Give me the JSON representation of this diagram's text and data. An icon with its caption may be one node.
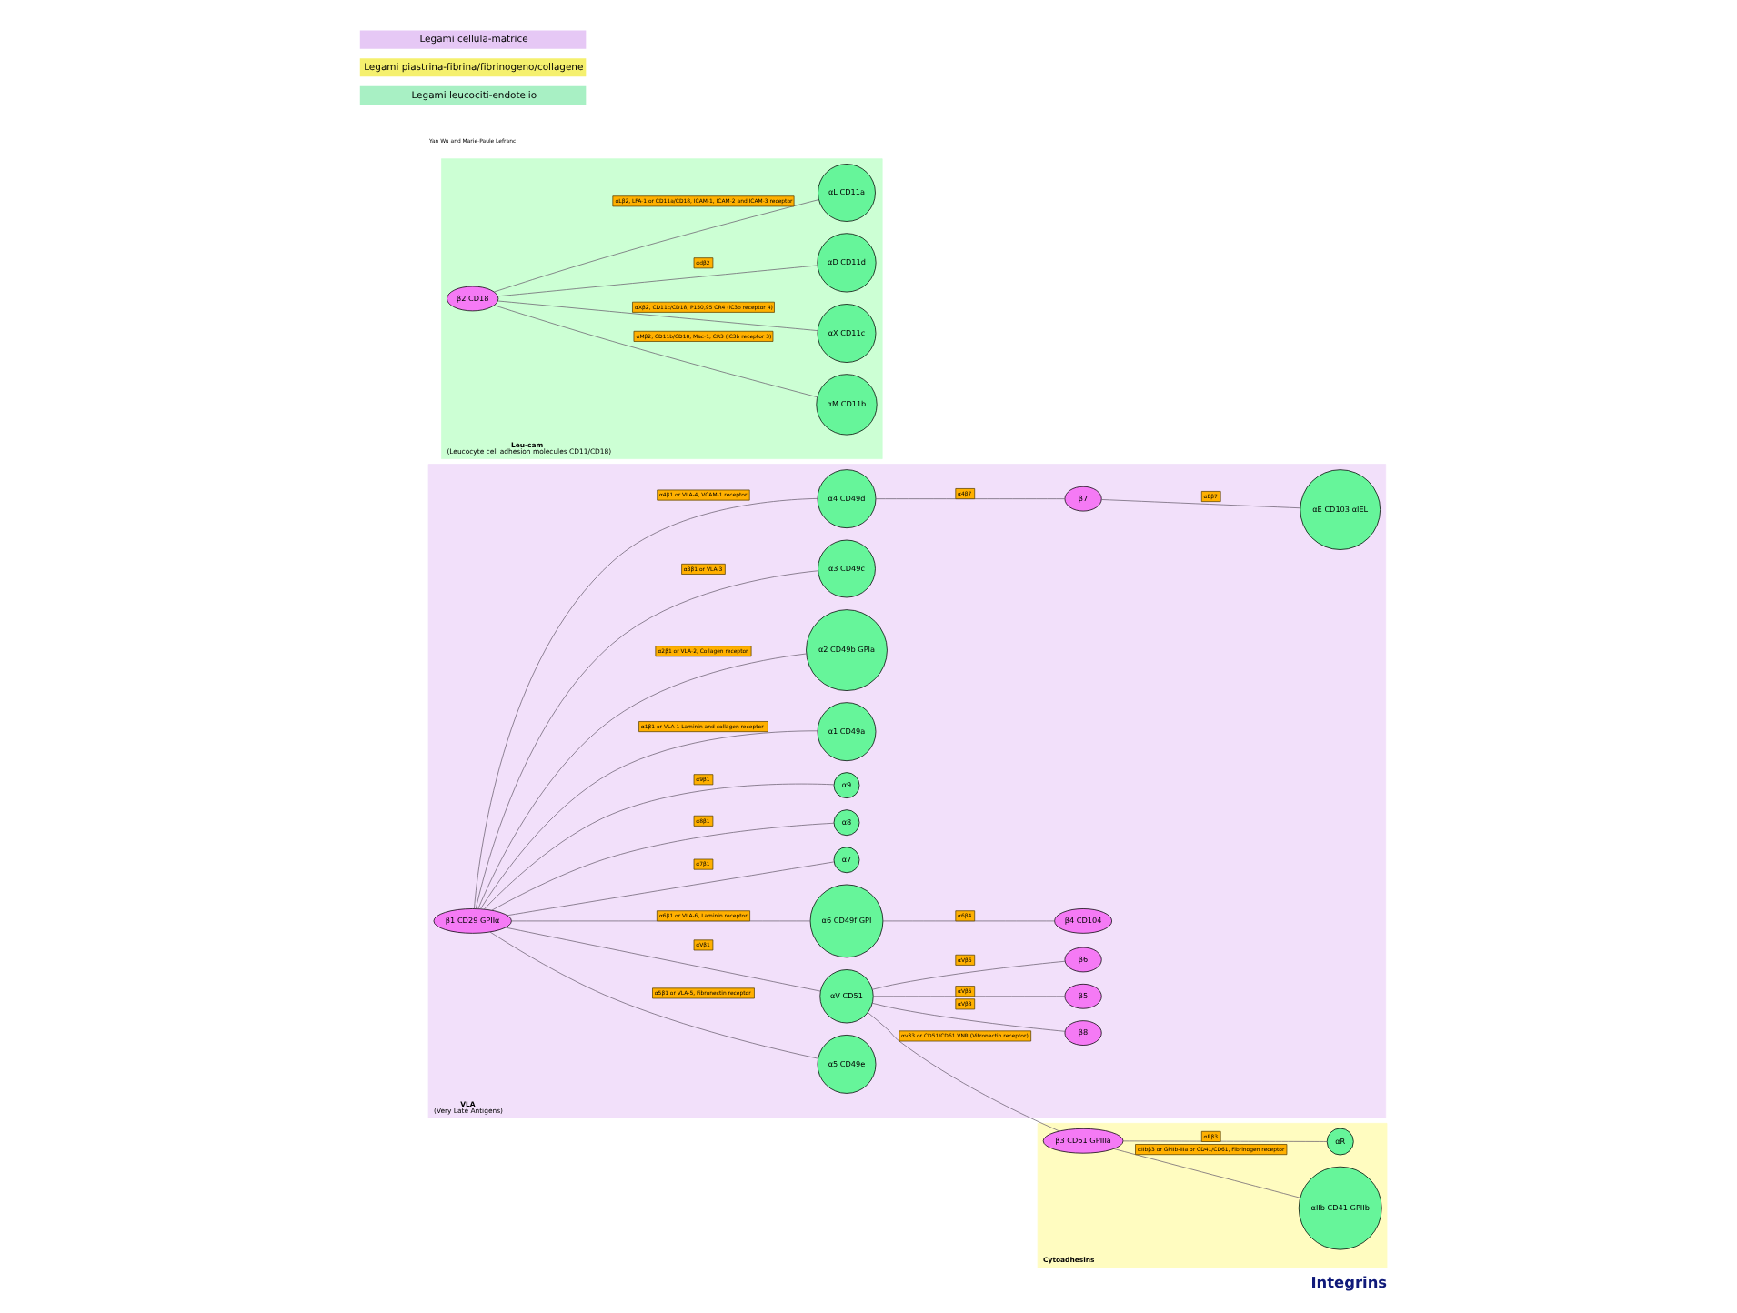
{
  "diagram": {
    "title": "Integrins",
    "nodes": [
      {
        "text": [
          "VLA",
          "(Very Late Antigens)"
        ]
      },
      {
        "text": [
          "α1 CD49a"
        ],
        "in": 0
      },
      {
        "text": [
          "α2 CD49b GPIa"
        ],
        "in": 0
      },
      {
        "text": [
          "α3 CD49c"
        ],
        "in": 0
      },
      {
        "text": [
          "α4 CD49d"
        ],
        "in": 0
      },
      {
        "text": [
          "α5 CD49e"
        ],
        "in": 0
      },
      {
        "text": [
          "β1 CD29 GPIIα"
        ],
        "in": 0
      },
      {
        "text": [
          "αV CD51"
        ],
        "in": 0
      },
      {
        "text": [
          "α6 CD49f GPI"
        ],
        "in": 0
      },
      {
        "text": [
          "α7"
        ],
        "in": 0
      },
      {
        "text": [
          "α8"
        ],
        "in": 0
      },
      {
        "text": [
          "α9"
        ],
        "in": 0
      },
      {
        "text": [
          "β4 CD104"
        ],
        "in": 0
      },
      {
        "text": [
          "β8"
        ],
        "in": 0
      },
      {
        "text": [
          "β7"
        ],
        "in": 0
      },
      {
        "text": [
          "αE CD103 αIEL"
        ],
        "in": 0
      },
      {
        "text": [
          "β5"
        ],
        "in": 0
      },
      {
        "text": [
          "β6"
        ],
        "in": 0
      },
      {
        "text": [
          "Cytoadhesins"
        ]
      },
      {
        "text": [
          "β3 CD61 GPIIIa"
        ],
        "in": 18
      },
      {
        "text": [
          "αR"
        ],
        "in": 18
      },
      {
        "text": [
          "αIIb CD41 GPIIb"
        ],
        "in": 18
      },
      {
        "text": [
          "Leu-cam",
          "(Leucocyte cell adhesion molecules CD11/CD18)"
        ]
      },
      {
        "text": [
          "β2 CD18"
        ],
        "in": 22
      },
      {
        "text": [
          "αD CD11d"
        ],
        "in": 22
      },
      {
        "text": [
          "αL CD11a"
        ],
        "in": 22
      },
      {
        "text": [
          "αM CD11b"
        ],
        "in": 22
      },
      {
        "text": [
          "αX CD11c"
        ],
        "in": 22
      }
    ],
    "edges": [
      {
        "from": 6,
        "to": 1,
        "arrow": "none",
        "label": "α1β1 or VLA-1 Laminin and collagen receptor"
      },
      {
        "from": 6,
        "to": 2,
        "arrow": "none",
        "label": "α2β1 or VLA-2, Collagen receptor"
      },
      {
        "from": 6,
        "to": 3,
        "arrow": "none",
        "label": "α3β1 or VLA-3"
      },
      {
        "from": 6,
        "to": 4,
        "arrow": "none",
        "label": "α4β1 or VLA-4, VCAM-1 receptor"
      },
      {
        "from": 6,
        "to": 5,
        "arrow": "none",
        "label": "α5β1 or VLA-5, Fibronectin receptor"
      },
      {
        "from": 6,
        "to": 7,
        "arrow": "none",
        "label": "αVβ1"
      },
      {
        "from": 6,
        "to": 8,
        "arrow": "none",
        "label": "α6β1 or VLA-6, Laminin receptor"
      },
      {
        "from": 6,
        "to": 9,
        "arrow": "none",
        "label": "α7β1"
      },
      {
        "from": 6,
        "to": 10,
        "arrow": "none",
        "label": "α8β1"
      },
      {
        "from": 6,
        "to": 11,
        "arrow": "none",
        "label": "α9β1"
      },
      {
        "from": 8,
        "to": 12,
        "arrow": "none",
        "label": "α6β4"
      },
      {
        "from": 7,
        "to": 13,
        "arrow": "none",
        "label": "αVβ8"
      },
      {
        "from": 4,
        "to": 14,
        "arrow": "none",
        "label": "α4β7"
      },
      {
        "from": 14,
        "to": 15,
        "arrow": "none",
        "label": "αEβ7"
      },
      {
        "from": 7,
        "to": 16,
        "arrow": "none",
        "label": "αVβ5"
      },
      {
        "from": 7,
        "to": 17,
        "arrow": "none",
        "label": "αVβ6"
      },
      {
        "from": 7,
        "to": 19,
        "arrow": "none",
        "label": "αvβ3 or CD51/CD61 VNR (Vitronectin receptor)"
      },
      {
        "from": 19,
        "to": 20,
        "arrow": "none",
        "label": "αRβ3"
      },
      {
        "from": 19,
        "to": 21,
        "arrow": "none",
        "label": "αIIbβ3 or GPIIb-IIIa or CD41/CD61, Fibrinogen receptor"
      },
      {
        "from": 23,
        "to": 24,
        "arrow": "none",
        "label": "αdβ2"
      },
      {
        "from": 23,
        "to": 25,
        "arrow": "none",
        "label": "αLβ2, LFA-1 or CD11a/CD18, ICAM-1, ICAM-2 and ICAM-3 receptor"
      },
      {
        "from": 23,
        "to": 26,
        "arrow": "none",
        "label": "αMβ2, CD11b/CD18, Mac-1, CR3 (iC3b receptor 3)"
      },
      {
        "from": 23,
        "to": 27,
        "arrow": "none",
        "label": "αXβ2, CD11c/CD18, P150,95 CR4 (iC3b receptor 4)"
      }
    ],
    "labels": [
      "Yan Wu and Marie-Paule Lefranc"
    ],
    "legend": [
      {
        "text": "Legami cellula-matrice",
        "color": "#e6c8f5"
      },
      {
        "text": "Legami piastrina-fibrina/fibrinogeno/collagene",
        "color": "#f5f06e"
      },
      {
        "text": "Legami leucociti-endotelio",
        "color": "#a8f0c4"
      }
    ]
  }
}
